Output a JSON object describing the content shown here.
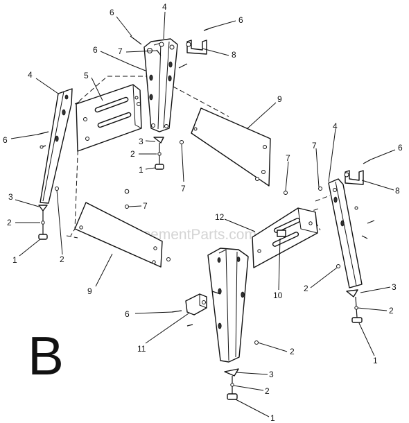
{
  "diagram": {
    "section_letter": "B",
    "watermark": "eReplacementParts.com",
    "callouts": {
      "c1": "1",
      "c2": "1",
      "c3": "1",
      "c4": "1",
      "c5": "2",
      "c6": "2",
      "c7": "2",
      "c8": "2",
      "c9": "2",
      "c10": "2",
      "c11": "3",
      "c12": "3",
      "c13": "3",
      "c14": "3",
      "c15": "4",
      "c16": "4",
      "c17": "4",
      "c18": "5",
      "c19": "6",
      "c20": "6",
      "c21": "6",
      "c22": "6",
      "c23": "6",
      "c24": "6",
      "c25": "7",
      "c26": "7",
      "c27": "7",
      "c28": "7",
      "c29": "7",
      "c30": "8",
      "c31": "8",
      "c32": "9",
      "c33": "9",
      "c34": "10",
      "c35": "11",
      "c36": "12"
    }
  }
}
